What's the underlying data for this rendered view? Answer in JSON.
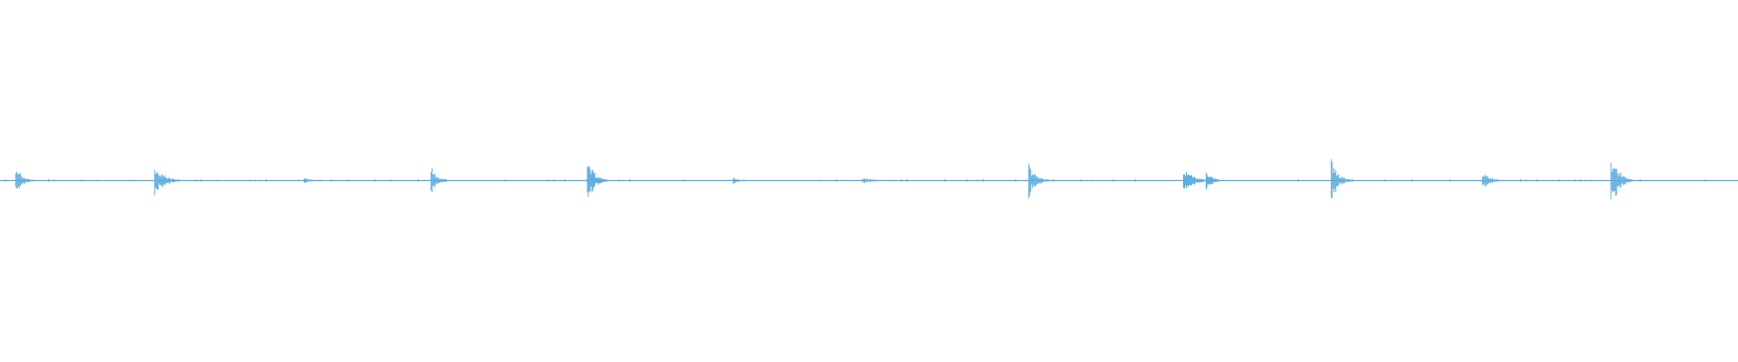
{
  "waveform": {
    "color": "#5dade2",
    "background": "#ffffff",
    "duration_fraction_events": [
      {
        "t": 0.009,
        "amp": 0.045,
        "len": 0.01
      },
      {
        "t": 0.089,
        "amp": 0.055,
        "len": 0.014
      },
      {
        "t": 0.175,
        "amp": 0.012,
        "len": 0.008
      },
      {
        "t": 0.248,
        "amp": 0.045,
        "len": 0.01
      },
      {
        "t": 0.338,
        "amp": 0.07,
        "len": 0.012
      },
      {
        "t": 0.422,
        "amp": 0.012,
        "len": 0.006
      },
      {
        "t": 0.496,
        "amp": 0.01,
        "len": 0.02
      },
      {
        "t": 0.592,
        "amp": 0.05,
        "len": 0.012
      },
      {
        "t": 0.681,
        "amp": 0.04,
        "len": 0.016
      },
      {
        "t": 0.694,
        "amp": 0.03,
        "len": 0.01
      },
      {
        "t": 0.766,
        "amp": 0.065,
        "len": 0.012
      },
      {
        "t": 0.853,
        "amp": 0.03,
        "len": 0.012
      },
      {
        "t": 0.927,
        "amp": 0.09,
        "len": 0.012
      }
    ]
  }
}
